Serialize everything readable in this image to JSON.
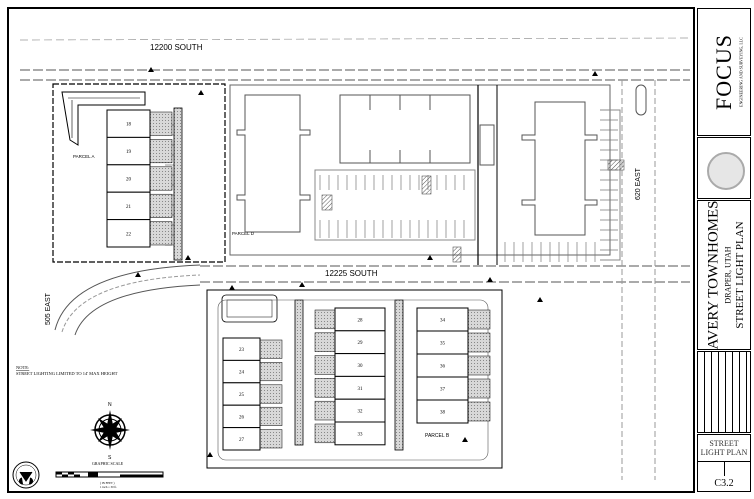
{
  "streets": {
    "north": "12200 SOUTH",
    "middle": "12225 SOUTH",
    "east": "620 EAST",
    "west": "505 EAST"
  },
  "parcels": {
    "a": "PARCEL A",
    "b": "PARCEL B",
    "d": "PARCEL D"
  },
  "units": {
    "west_row": [
      "18",
      "19",
      "20",
      "21",
      "22"
    ],
    "south_left": [
      "23",
      "24",
      "25",
      "26",
      "27"
    ],
    "south_mid": [
      "28",
      "29",
      "30",
      "31",
      "32",
      "33"
    ],
    "south_right": [
      "34",
      "35",
      "36",
      "37",
      "38"
    ]
  },
  "note": {
    "heading": "NOTE:",
    "text": "STREET LIGHTING LIMITED TO 14' MAX HEIGHT"
  },
  "scale": {
    "label": "GRAPHIC SCALE",
    "units": "( IN FEET )",
    "ratio": "1 inch = 30 ft."
  },
  "north_arrow": {
    "n": "N",
    "s": "S"
  },
  "title_block": {
    "firm": "FOCUS",
    "firm_subtitle": "ENGINEERING AND SURVEYING, LLC",
    "project": "AVERY TOWNHOMES",
    "location": "DRAPER, UTAH",
    "sheet_description": "STREET LIGHT PLAN",
    "sheet_title": "STREET LIGHT PLAN",
    "sheet_number": "C3.2"
  },
  "colors": {
    "line": "#000000",
    "light_line": "#7a7a7a",
    "stipple": "#bdbdbd"
  }
}
